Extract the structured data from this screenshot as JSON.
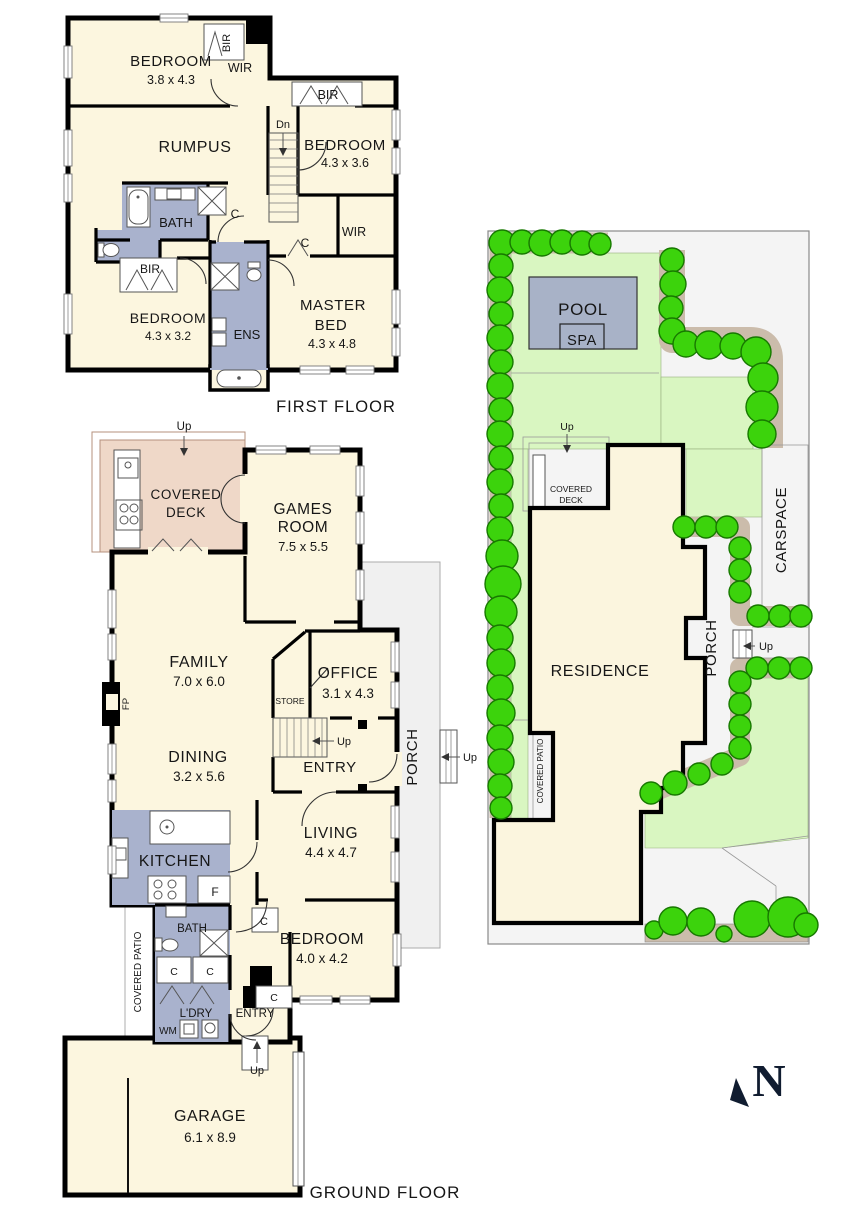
{
  "colors": {
    "floor": "#FCF6DF",
    "wet_area": "#A9B2CD",
    "deck": "#EFD8C8",
    "wall": "#000000",
    "porch_paving": "#F0F0F0",
    "lawn": "#D9F6C1",
    "tree": "#3CD30C",
    "garden_bed": "#CBBCAB",
    "pool": "#A8B2C7",
    "north_arrow": "#101C30"
  },
  "first_floor": {
    "title": "FIRST FLOOR",
    "bedroom1": {
      "name": "BEDROOM",
      "dims": "3.8 x 4.3"
    },
    "bir1": "BIR",
    "wir1": "WIR",
    "rumpus": "RUMPUS",
    "dn": "Dn",
    "bir2": "BIR",
    "bedroom2": {
      "name": "BEDROOM",
      "dims": "4.3 x 3.6"
    },
    "bath": "BATH",
    "c1": "C",
    "c2": "C",
    "wir2": "WIR",
    "bir3": "BIR",
    "bedroom3": {
      "name": "BEDROOM",
      "dims": "4.3 x 3.2"
    },
    "ens": "ENS",
    "master": {
      "line1": "MASTER",
      "line2": "BED",
      "dims": "4.3 x 4.8"
    }
  },
  "ground_floor": {
    "title": "GROUND FLOOR",
    "up_deck": "Up",
    "covered_deck": {
      "line1": "COVERED",
      "line2": "DECK"
    },
    "games": {
      "line1": "GAMES",
      "line2": "ROOM",
      "dims": "7.5 x 5.5"
    },
    "family": {
      "name": "FAMILY",
      "dims": "7.0 x 6.0"
    },
    "fp": "FP",
    "office": {
      "name": "OFFICE",
      "dims": "3.1 x 4.3"
    },
    "store": "STORE",
    "up_stairs": "Up",
    "dining": {
      "name": "DINING",
      "dims": "3.2 x 5.6"
    },
    "entry": "ENTRY",
    "porch": "PORCH",
    "up_porch": "Up",
    "living": {
      "name": "LIVING",
      "dims": "4.4 x 4.7"
    },
    "kitchen": "KITCHEN",
    "fridge": "F",
    "bath": "BATH",
    "c_bed": "C",
    "bedroom": {
      "name": "BEDROOM",
      "dims": "4.0 x 4.2"
    },
    "covered_patio": "COVERED PATIO",
    "c1": "C",
    "c2": "C",
    "ldry": "L'DRY",
    "wm": "WM",
    "c3": "C",
    "entry2": "ENTRY",
    "up_entry": "Up",
    "garage": {
      "name": "GARAGE",
      "dims": "6.1 x 8.9"
    }
  },
  "site_plan": {
    "pool": "POOL",
    "spa": "SPA",
    "up_deck": "Up",
    "covered_deck": {
      "line1": "COVERED",
      "line2": "DECK"
    },
    "residence": "RESIDENCE",
    "porch": "PORCH",
    "up_porch": "Up",
    "carspace": "CARSPACE",
    "covered_patio": "COVERED PATIO"
  },
  "compass": {
    "label": "N"
  }
}
